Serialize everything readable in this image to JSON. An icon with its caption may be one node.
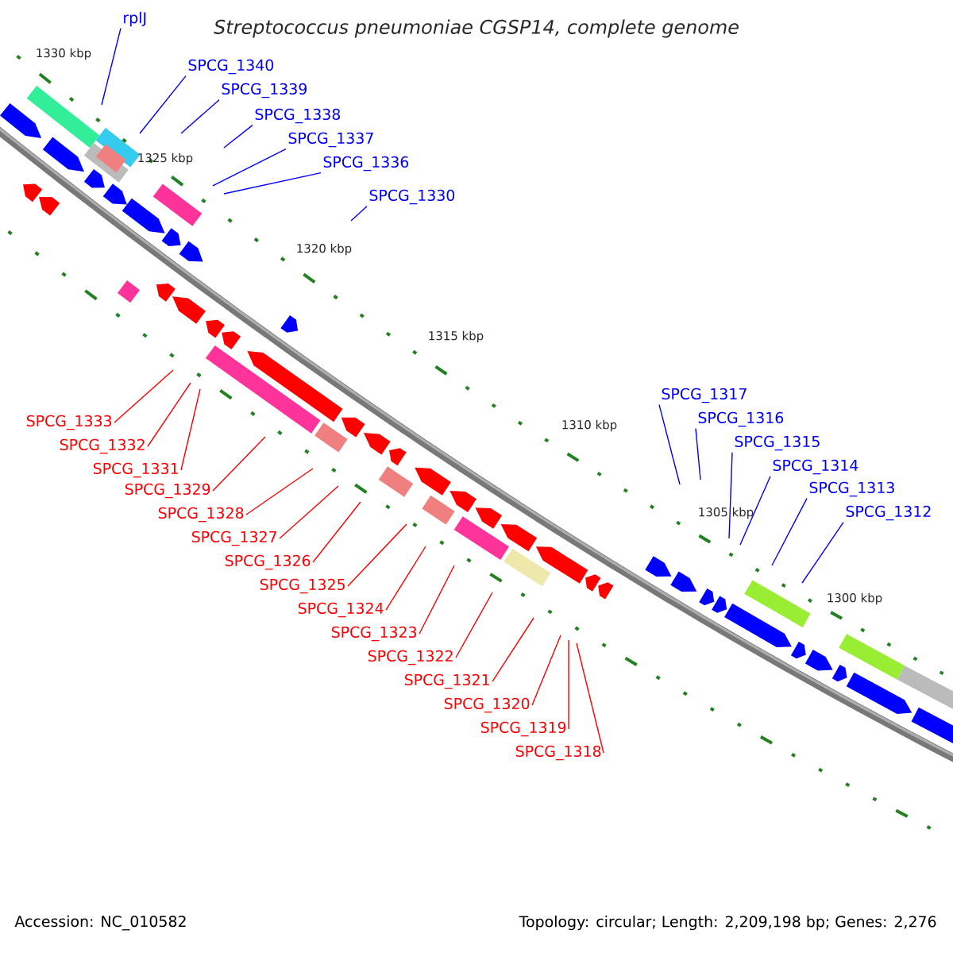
{
  "diagram": {
    "title": "Streptococcus pneumoniae CGSP14, complete genome",
    "nodes": [
      {
        "text": [
          "rplJ"
        ]
      },
      {
        "text": [
          "SPCG_1340"
        ]
      },
      {
        "text": [
          "SPCG_1339"
        ]
      },
      {
        "text": [
          "SPCG_1338"
        ]
      },
      {
        "text": [
          "SPCG_1337"
        ]
      },
      {
        "text": [
          "SPCG_1336"
        ]
      },
      {
        "text": [
          "SPCG_1330"
        ]
      },
      {
        "text": [
          "SPCG_1333"
        ]
      },
      {
        "text": [
          "SPCG_1332"
        ]
      },
      {
        "text": [
          "SPCG_1331"
        ]
      },
      {
        "text": [
          "SPCG_1329"
        ]
      },
      {
        "text": [
          "SPCG_1328"
        ]
      },
      {
        "text": [
          "SPCG_1327"
        ]
      },
      {
        "text": [
          "SPCG_1326"
        ]
      },
      {
        "text": [
          "SPCG_1325"
        ]
      },
      {
        "text": [
          "SPCG_1324"
        ]
      },
      {
        "text": [
          "SPCG_1323"
        ]
      },
      {
        "text": [
          "SPCG_1322"
        ]
      },
      {
        "text": [
          "SPCG_1321"
        ]
      },
      {
        "text": [
          "SPCG_1320"
        ]
      },
      {
        "text": [
          "SPCG_1319"
        ]
      },
      {
        "text": [
          "SPCG_1318"
        ]
      },
      {
        "text": [
          "SPCG_1317"
        ]
      },
      {
        "text": [
          "SPCG_1316"
        ]
      },
      {
        "text": [
          "SPCG_1315"
        ]
      },
      {
        "text": [
          "SPCG_1314"
        ]
      },
      {
        "text": [
          "SPCG_1313"
        ]
      },
      {
        "text": [
          "SPCG_1312"
        ]
      }
    ],
    "edges": [
      {
        "from": 0,
        "to": null,
        "arrow": "none",
        "color": "#0000ff"
      },
      {
        "from": 1,
        "to": null,
        "arrow": "none",
        "color": "#0000ff"
      },
      {
        "from": 2,
        "to": null,
        "arrow": "none",
        "color": "#0000ff"
      },
      {
        "from": 3,
        "to": null,
        "arrow": "none",
        "color": "#0000ff"
      },
      {
        "from": 4,
        "to": null,
        "arrow": "none",
        "color": "#0000ff"
      },
      {
        "from": 5,
        "to": null,
        "arrow": "none",
        "color": "#0000ff"
      },
      {
        "from": 6,
        "to": null,
        "arrow": "none",
        "color": "#0000ff"
      },
      {
        "from": 7,
        "to": null,
        "arrow": "none"
      },
      {
        "from": 8,
        "to": null,
        "arrow": "none"
      },
      {
        "from": 9,
        "to": null,
        "arrow": "none"
      },
      {
        "from": 10,
        "to": null,
        "arrow": "none"
      },
      {
        "from": 11,
        "to": null,
        "arrow": "none"
      },
      {
        "from": 12,
        "to": null,
        "arrow": "none"
      },
      {
        "from": 13,
        "to": null,
        "arrow": "none"
      },
      {
        "from": 14,
        "to": null,
        "arrow": "none"
      },
      {
        "from": 15,
        "to": null,
        "arrow": "none"
      },
      {
        "from": 16,
        "to": null,
        "arrow": "none"
      },
      {
        "from": 17,
        "to": null,
        "arrow": "none"
      },
      {
        "from": 18,
        "to": null,
        "arrow": "none"
      },
      {
        "from": 19,
        "to": null,
        "arrow": "none"
      },
      {
        "from": 20,
        "to": null,
        "arrow": "none"
      },
      {
        "from": 21,
        "to": null,
        "arrow": "none"
      },
      {
        "from": 22,
        "to": null,
        "arrow": "none",
        "color": "#0000ff"
      },
      {
        "from": 23,
        "to": null,
        "arrow": "none",
        "color": "#0000ff"
      },
      {
        "from": 24,
        "to": null,
        "arrow": "none",
        "color": "#0000ff"
      },
      {
        "from": 25,
        "to": null,
        "arrow": "none",
        "color": "#0000ff"
      },
      {
        "from": 26,
        "to": null,
        "arrow": "none",
        "color": "#0000ff"
      },
      {
        "from": 27,
        "to": null,
        "arrow": "none",
        "color": "#0000ff"
      }
    ],
    "labels": [
      "1330 kbp",
      "1325 kbp",
      "1320 kbp",
      "1315 kbp",
      "1310 kbp",
      "1305 kbp",
      "1300 kbp",
      "Accession: NC_010582",
      "Topology: circular; Length: 2,209,198 bp; Genes: 2,276"
    ]
  }
}
